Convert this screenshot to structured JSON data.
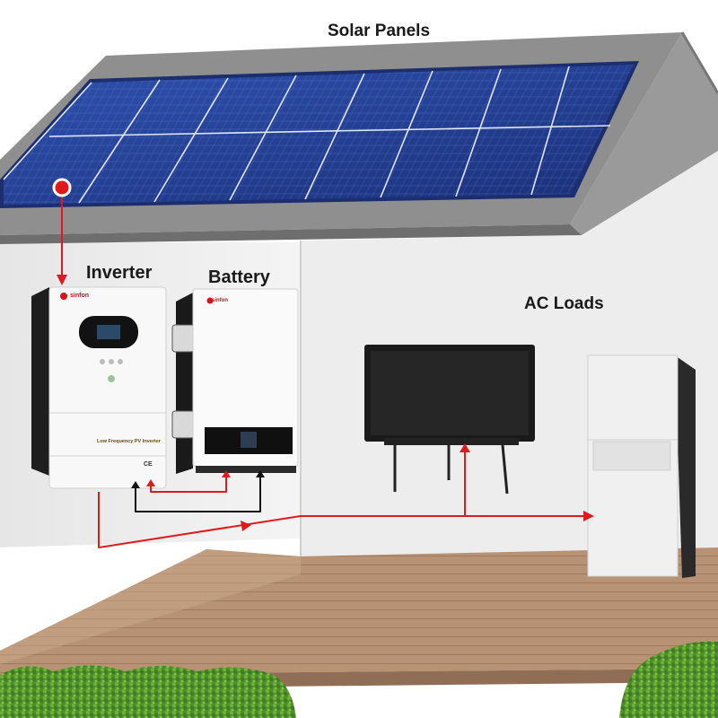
{
  "labels": {
    "solar_panels": "Solar Panels",
    "inverter": "Inverter",
    "battery": "Battery",
    "ac_loads": "AC Loads"
  },
  "devices": {
    "inverter_brand": "sinfon",
    "battery_brand": "sinfon",
    "inverter_model": "Low Frequency PV Inverter",
    "certification_marks": "CE"
  },
  "colors": {
    "wire_red": "#e01a1a",
    "wire_black": "#111111",
    "panel_blue": "#1f3b8f",
    "roof_gray": "#8c8c8c",
    "wall": "#ececec",
    "deck_wood": "#b89274"
  }
}
